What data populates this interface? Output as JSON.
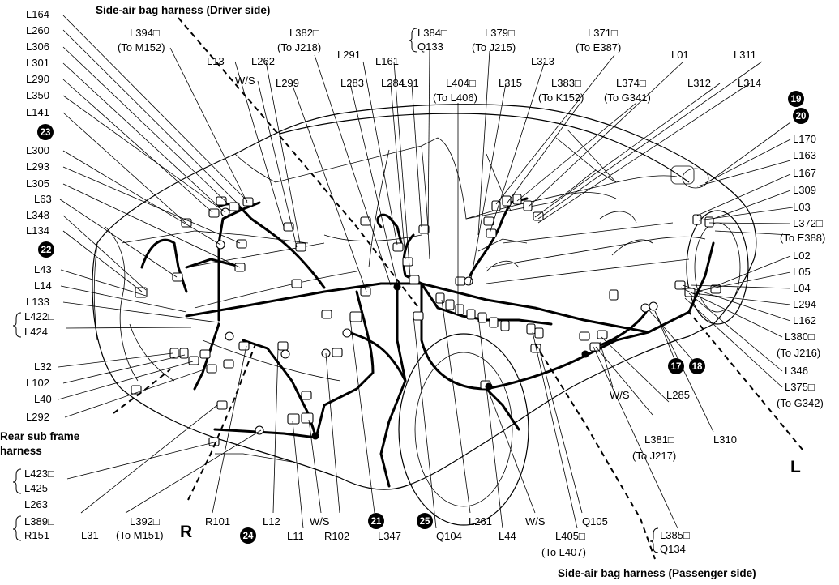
{
  "labels": {
    "left": [
      "L164",
      "L260",
      "L306",
      "L301",
      "L290",
      "L350",
      "L141",
      "L300",
      "L293",
      "L305",
      "L63",
      "L348",
      "L134",
      "L43",
      "L14",
      "L133",
      "L32",
      "L102",
      "L40",
      "L292"
    ],
    "top": [
      "L394□",
      "(To M152)",
      "L13",
      "W/S",
      "L262",
      "L382□",
      "(To J218)",
      "L299",
      "L291",
      "L283",
      "L284",
      "L161",
      "L91",
      "L384□",
      "Q133",
      "L379□",
      "(To J215)",
      "L313",
      "L404□",
      "(To L406)",
      "L315",
      "L371□",
      "(To E387)",
      "L383□",
      "(To K152)",
      "L374□",
      "(To G341)",
      "L01",
      "L312",
      "L311",
      "L314"
    ],
    "right": [
      "L170",
      "L163",
      "L167",
      "L309",
      "L03",
      "L372□",
      "(To E388)",
      "L02",
      "L05",
      "L04",
      "L294",
      "L162",
      "L380□",
      "(To J216)",
      "L346",
      "L375□",
      "(To G342)"
    ],
    "mid": [
      "W/S",
      "L285",
      "L310",
      "L381□",
      "(To J217)"
    ],
    "bottom": [
      "L423□",
      "L425",
      "L263",
      "L389□",
      "R151",
      "L31",
      "L392□",
      "(To M151)",
      "R101",
      "L12",
      "L11",
      "W/S",
      "R102",
      "L347",
      "Q104",
      "L261",
      "L44",
      "W/S",
      "Q105",
      "L405□",
      "(To L407)",
      "L385□",
      "Q134",
      "L422□",
      "L424"
    ]
  },
  "harness_titles": {
    "driver": "Side-air bag harness (Driver side)",
    "passenger": "Side-air bag harness (Passenger side)",
    "rear_sub_frame_1": "Rear sub frame",
    "rear_sub_frame_2": "harness"
  },
  "direction": {
    "left": "L",
    "right": "R"
  },
  "callouts": [
    "17",
    "18",
    "19",
    "20",
    "21",
    "22",
    "23",
    "24",
    "25"
  ]
}
